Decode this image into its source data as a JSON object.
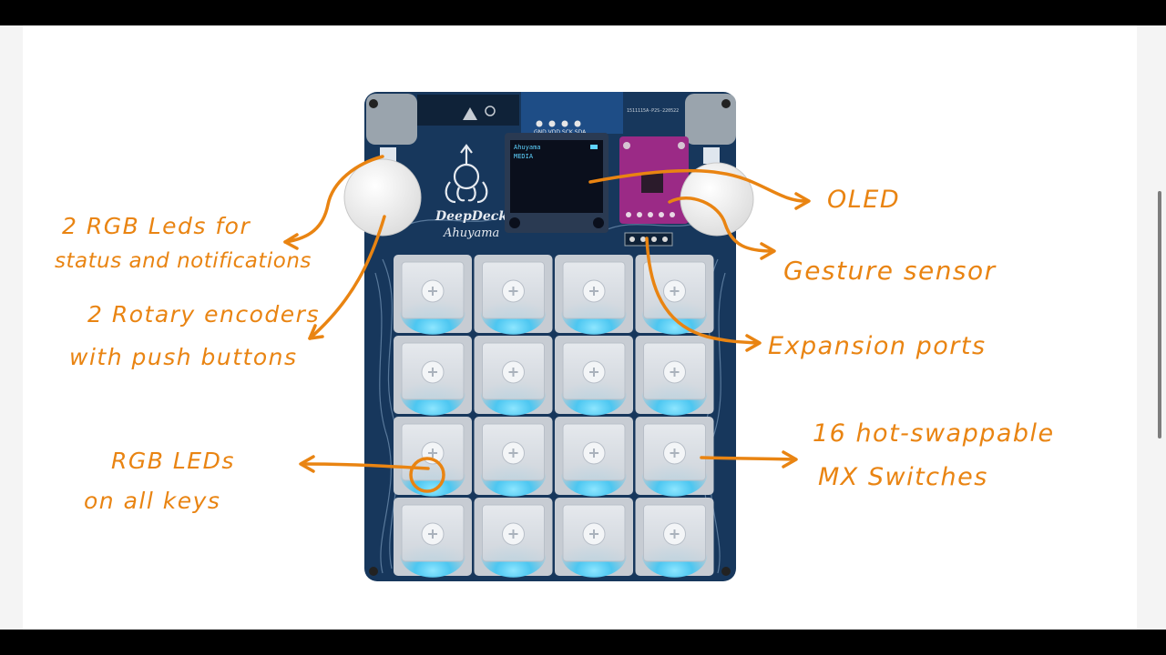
{
  "device": {
    "logo_name": "DeepDeck",
    "logo_sub": "Ahuyama",
    "oled_line1": "Ahuyama",
    "oled_line2": "MEDIA",
    "header_pins": "GND VDD SCK SDA",
    "board_code": "1511115A-P2S-220522",
    "key_grid": {
      "rows": 4,
      "cols": 4
    }
  },
  "annotations": {
    "rgb_status_l1": "2 RGB Leds  for",
    "rgb_status_l2": "status and notifications",
    "rotary_l1": "2 Rotary encoders",
    "rotary_l2": "with push buttons",
    "rgb_keys_l1": "RGB LEDs",
    "rgb_keys_l2": "on all keys",
    "oled": "OLED",
    "gesture": "Gesture sensor",
    "expansion": "Expansion ports",
    "switches_l1": "16 hot-swappable",
    "switches_l2": "MX Switches"
  },
  "colors": {
    "annotation": "#e98412",
    "pcb": "#17375c",
    "key_glow": "#3fc6f4",
    "sensor_board": "#9b2a86"
  }
}
